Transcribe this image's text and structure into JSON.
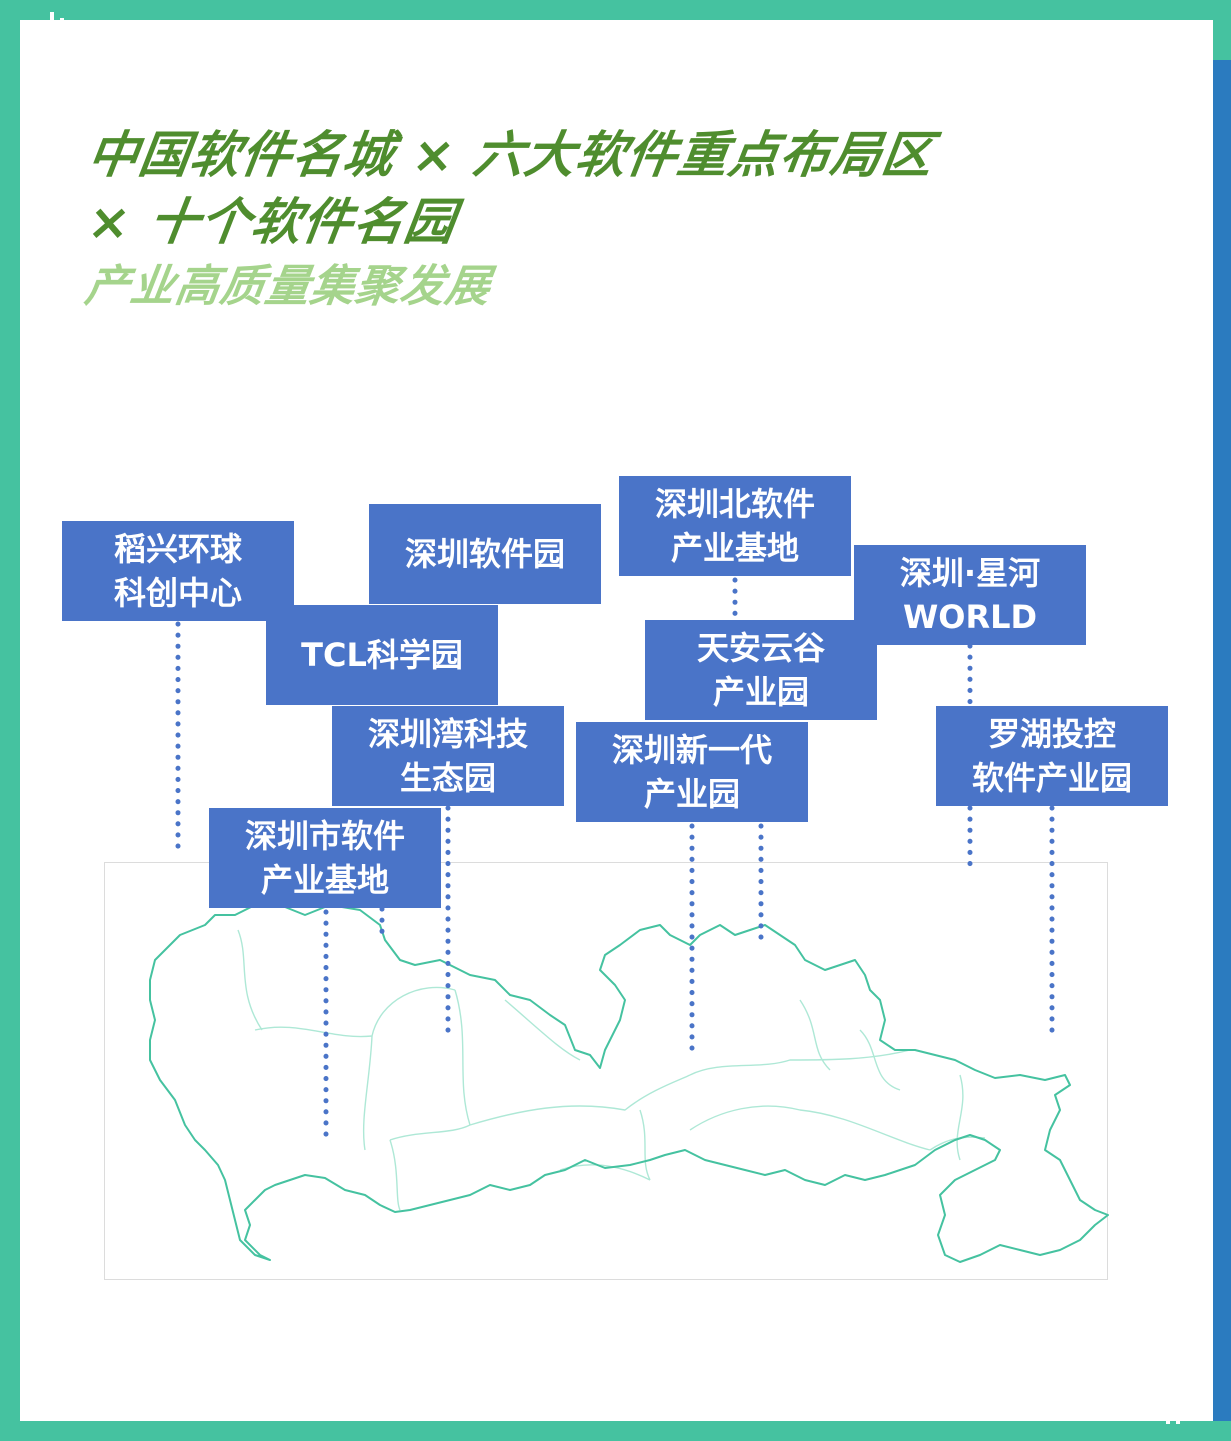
{
  "colors": {
    "frame_teal": "#45c2a0",
    "frame_blue": "#2b7bbf",
    "headline_green": "#4f8d2e",
    "subline_green": "#a5d48c",
    "label_blue": "#4a74c8",
    "leader_dot": "#4a74c8",
    "map_outline": "#45c2a0",
    "map_district": "#aee8d6"
  },
  "headline": {
    "line1": "中国软件名城 × 六大软件重点布局区",
    "line2": "× 十个软件名园",
    "line3": "产业高质量集聚发展"
  },
  "map": {
    "region": "深圳",
    "parks": [
      {
        "id": "daoxing",
        "name": "稻兴环球\n科创中心"
      },
      {
        "id": "tcl",
        "name": "TCL科学园"
      },
      {
        "id": "shenzhen-software",
        "name": "深圳软件园"
      },
      {
        "id": "bay-tech",
        "name": "深圳湾科技\n生态园"
      },
      {
        "id": "city-software",
        "name": "深圳市软件\n产业基地"
      },
      {
        "id": "north-software",
        "name": "深圳北软件\n产业基地"
      },
      {
        "id": "tianan",
        "name": "天安云谷\n产业园"
      },
      {
        "id": "new-gen",
        "name": "深圳新一代\n产业园"
      },
      {
        "id": "xinghe",
        "name": "深圳·星河\nWORLD"
      },
      {
        "id": "luohu",
        "name": "罗湖投控\n软件产业园"
      }
    ]
  }
}
